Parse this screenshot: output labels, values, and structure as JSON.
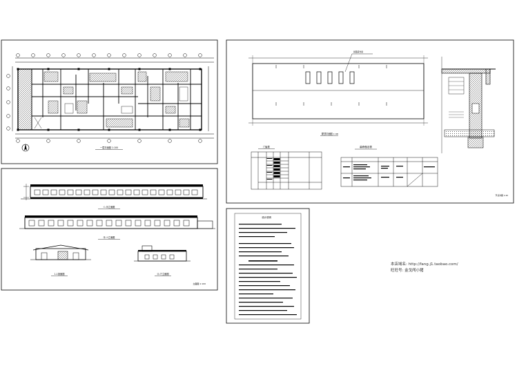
{
  "sheets": {
    "floor_plan": {
      "title": "一层平面图",
      "scale": "1:100"
    },
    "elevations": {
      "front_title": "①-⑯立面图",
      "rear_title": "⑯-①立面图",
      "section_1_title": "1-1剖面图",
      "side_title": "Ⓐ-Ⓕ立面图",
      "corner_note": "立面图 1:100"
    },
    "roof": {
      "callout": "屋面采光窗",
      "title": "屋顶平面图",
      "scale": "1:100",
      "door_window_table_title": "门窗表",
      "finishing_table_title": "装修做法表",
      "bottom_note": "节点详图 1:20"
    },
    "notes": {
      "title": "设计说明"
    }
  },
  "credits": {
    "shop_line": "本店域名: http://fang.j1.taobao.com/",
    "wangwang_line": "旺旺号: 金戈闯小猪"
  }
}
